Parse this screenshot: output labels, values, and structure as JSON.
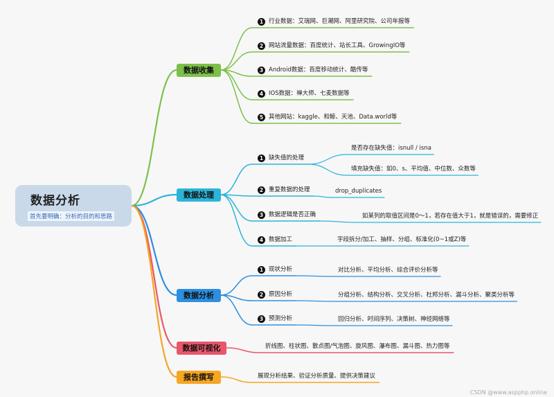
{
  "root": {
    "title": "数据分析",
    "subtitle": "首先要明确：分析的目的和思路"
  },
  "branches": [
    {
      "label": "数据收集",
      "color": "#7cc04a",
      "items": [
        {
          "num": "1",
          "text": "行业数据：艾瑞网、巨潮网、阿里研究院、公司年报等"
        },
        {
          "num": "2",
          "text": "网站流量数据：百度统计、站长工具、GrowingIO等"
        },
        {
          "num": "3",
          "text": "Android数据：百度移动统计、酷传等"
        },
        {
          "num": "4",
          "text": "IOS数据：禅大师、七麦数据等"
        },
        {
          "num": "5",
          "text": "其他网站：kaggle、和鲸、天池、Data.world等"
        }
      ]
    },
    {
      "label": "数据处理",
      "color": "#2bb4d8",
      "items": [
        {
          "num": "1",
          "text": "缺失值的处理",
          "children": [
            "是否存在缺失值：isnull / isna",
            "填充缺失值：如0、s、平均值、中位数、众数等"
          ]
        },
        {
          "num": "2",
          "text": "重复数据的处理",
          "children": [
            "drop_duplicates"
          ]
        },
        {
          "num": "3",
          "text": "数据逻辑是否正确",
          "children": [
            "如某列的取值区间是0～1，若存在值大于1，就是错误的，需要修正"
          ]
        },
        {
          "num": "4",
          "text": "数据加工",
          "children": [
            "字段拆分/加工、抽样、分组、标准化(0~1或Z)等"
          ]
        }
      ]
    },
    {
      "label": "数据分析",
      "color": "#2d8fe0",
      "items": [
        {
          "num": "1",
          "text": "现状分析",
          "children": [
            "对比分析、平均分析、综合评价分析等"
          ]
        },
        {
          "num": "2",
          "text": "原因分析",
          "children": [
            "分组分析、结构分析、交叉分析、杜邦分析、漏斗分析、聚类分析等"
          ]
        },
        {
          "num": "3",
          "text": "预测分析",
          "children": [
            "回归分析、时间序列、决策树、神经网络等"
          ]
        }
      ]
    },
    {
      "label": "数据可视化",
      "color": "#e8566a",
      "items": [
        {
          "text": "折线图、柱状图、散点图/气泡图、旋风图、瀑布图、漏斗图、热力图等"
        }
      ]
    },
    {
      "label": "报告撰写",
      "color": "#f5a623",
      "items": [
        {
          "text": "展现分析结果、验证分析质量、提供决策建议"
        }
      ]
    }
  ],
  "watermark": "CSDN @www.aspphp.online"
}
